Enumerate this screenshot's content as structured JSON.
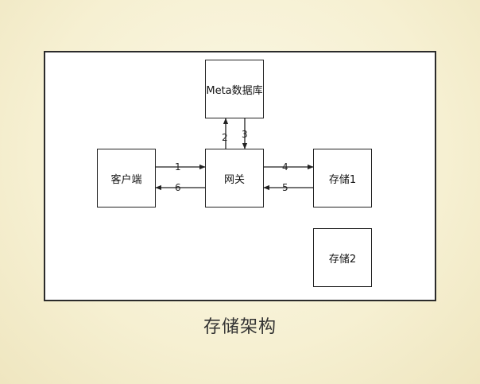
{
  "diagram": {
    "nodes": {
      "meta_db": "Meta数据库",
      "client": "客户端",
      "gateway": "网关",
      "storage1": "存储1",
      "storage2": "存储2"
    },
    "edges": [
      {
        "label": "1",
        "from": "客户端",
        "to": "网关"
      },
      {
        "label": "2",
        "from": "网关",
        "to": "Meta数据库"
      },
      {
        "label": "3",
        "from": "Meta数据库",
        "to": "网关"
      },
      {
        "label": "4",
        "from": "网关",
        "to": "存储1"
      },
      {
        "label": "5",
        "from": "存储1",
        "to": "网关"
      },
      {
        "label": "6",
        "from": "网关",
        "to": "客户端"
      }
    ]
  },
  "caption": "存储架构"
}
